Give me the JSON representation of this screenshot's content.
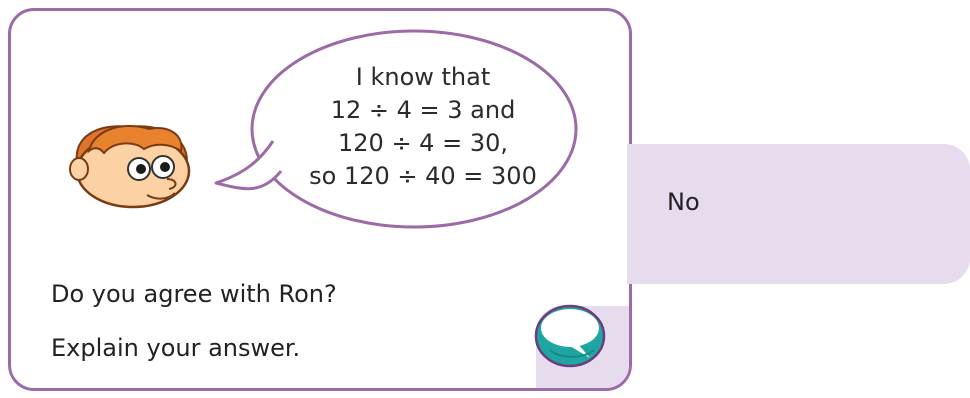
{
  "speech_bubble": {
    "lines": [
      "I know that",
      "12 ÷ 4 = 3 and",
      "120 ÷ 4 = 30,",
      "so 120 ÷ 40 = 300"
    ]
  },
  "question": {
    "line1": "Do you agree with Ron?",
    "line2": "Explain your answer."
  },
  "answer": {
    "text": "No"
  },
  "icons": {
    "character": "boy-face-icon",
    "discussion": "speech-bubble-icon"
  },
  "colors": {
    "border": "#9b6aa7",
    "panel": "#e7dbee",
    "icon_teal": "#1fa6a3"
  }
}
